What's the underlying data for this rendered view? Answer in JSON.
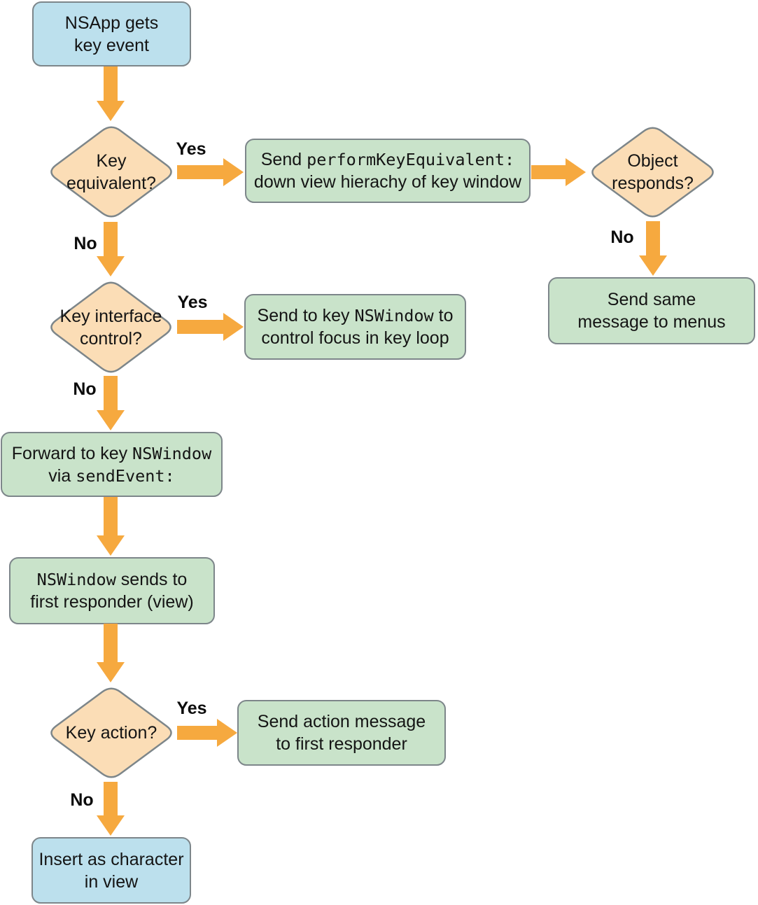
{
  "palette": {
    "terminal_fill": "#bce0ed",
    "process_fill": "#c9e3ca",
    "decision_fill": "#fbddb6",
    "shape_border": "#7d868a",
    "arrow_color": "#f6a93f",
    "text_color": "#141414"
  },
  "labels": {
    "yes": "Yes",
    "no": "No"
  },
  "nodes": {
    "start": {
      "line1": "NSApp gets",
      "line2": "key event"
    },
    "key_equivalent": {
      "line1": "Key",
      "line2": "equivalent?"
    },
    "perform_key_equivalent": {
      "pre": "Send ",
      "code": "performKeyEquivalent:",
      "line2": "down view hierachy of key window"
    },
    "object_responds": {
      "line1": "Object",
      "line2": "responds?"
    },
    "send_same_message": {
      "line1": "Send same",
      "line2": "message to menus"
    },
    "key_interface_control": {
      "line1": "Key interface",
      "line2": "control?"
    },
    "send_to_key_window": {
      "pre": "Send to key ",
      "code": "NSWindow",
      "post": " to",
      "line2": "control focus in key loop"
    },
    "forward_to_key_window": {
      "pre": "Forward to key ",
      "code": "NSWindow",
      "pre2": "via ",
      "code2": "sendEvent:"
    },
    "window_sends_to_first_responder": {
      "code": "NSWindow",
      "post": " sends to",
      "line2": "first responder (view)"
    },
    "key_action": {
      "line1": "Key action?"
    },
    "send_action_message": {
      "line1": "Send action message",
      "line2": "to first responder"
    },
    "insert_as_character": {
      "line1": "Insert as character",
      "line2": "in view"
    }
  },
  "edges": [
    {
      "from": "start",
      "to": "key_equivalent",
      "label": ""
    },
    {
      "from": "key_equivalent",
      "to": "perform_key_equivalent",
      "label": "Yes"
    },
    {
      "from": "perform_key_equivalent",
      "to": "object_responds",
      "label": ""
    },
    {
      "from": "object_responds",
      "to": "send_same_message",
      "label": "No"
    },
    {
      "from": "key_equivalent",
      "to": "key_interface_control",
      "label": "No"
    },
    {
      "from": "key_interface_control",
      "to": "send_to_key_window",
      "label": "Yes"
    },
    {
      "from": "key_interface_control",
      "to": "forward_to_key_window",
      "label": "No"
    },
    {
      "from": "forward_to_key_window",
      "to": "window_sends_to_first_responder",
      "label": ""
    },
    {
      "from": "window_sends_to_first_responder",
      "to": "key_action",
      "label": ""
    },
    {
      "from": "key_action",
      "to": "send_action_message",
      "label": "Yes"
    },
    {
      "from": "key_action",
      "to": "insert_as_character",
      "label": "No"
    }
  ]
}
